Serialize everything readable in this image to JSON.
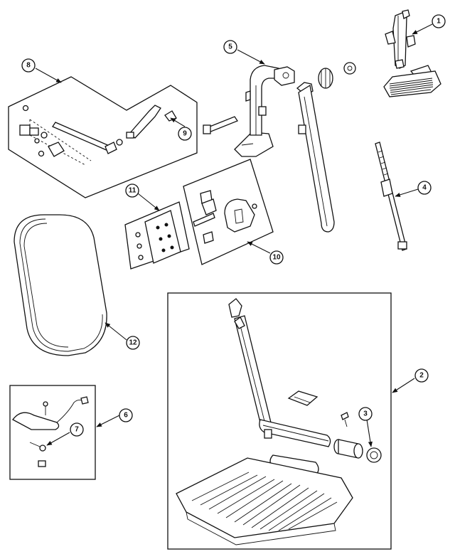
{
  "callouts": [
    {
      "id": "callout-1",
      "label": "1"
    },
    {
      "id": "callout-2",
      "label": "2"
    },
    {
      "id": "callout-3",
      "label": "3"
    },
    {
      "id": "callout-4",
      "label": "4"
    },
    {
      "id": "callout-5",
      "label": "5"
    },
    {
      "id": "callout-6",
      "label": "6"
    },
    {
      "id": "callout-7",
      "label": "7"
    },
    {
      "id": "callout-8",
      "label": "8"
    },
    {
      "id": "callout-9",
      "label": "9"
    },
    {
      "id": "callout-10",
      "label": "10"
    },
    {
      "id": "callout-11",
      "label": "11"
    },
    {
      "id": "callout-12",
      "label": "12"
    }
  ]
}
